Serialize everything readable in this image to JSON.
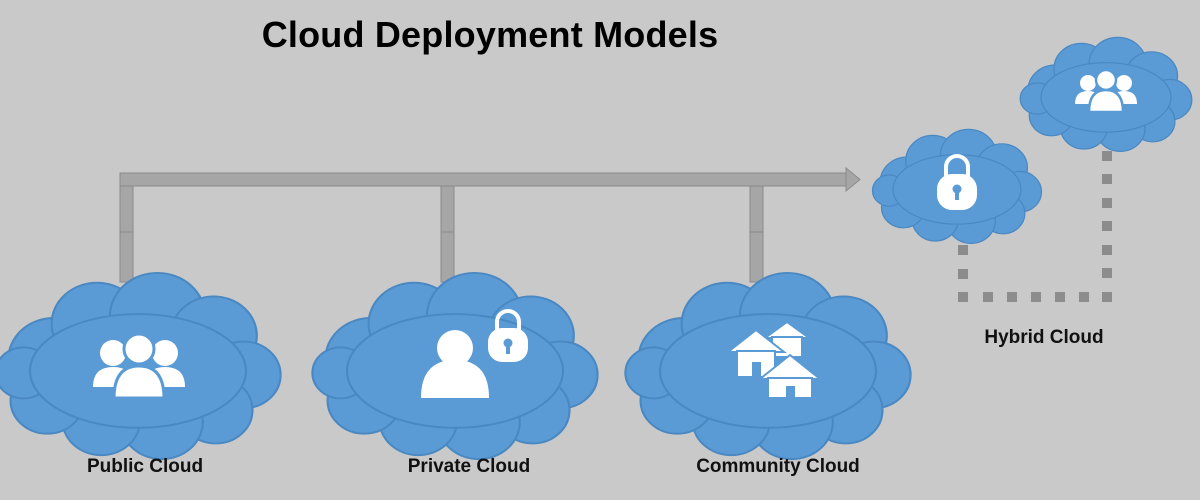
{
  "title": "Cloud Deployment Models",
  "models": [
    {
      "label": "Public Cloud",
      "icon": "people-group-icon"
    },
    {
      "label": "Private Cloud",
      "icon": "person-with-lock-icon"
    },
    {
      "label": "Community Cloud",
      "icon": "houses-icon"
    },
    {
      "label": "Hybrid Cloud",
      "icons": [
        "padlock-icon",
        "people-group-icon"
      ]
    }
  ],
  "colors": {
    "background": "#c9c9c9",
    "cloud_fill": "#5b9bd5",
    "cloud_stroke": "#4a88c2",
    "connector": "#a6a6a6",
    "icon": "#ffffff"
  }
}
